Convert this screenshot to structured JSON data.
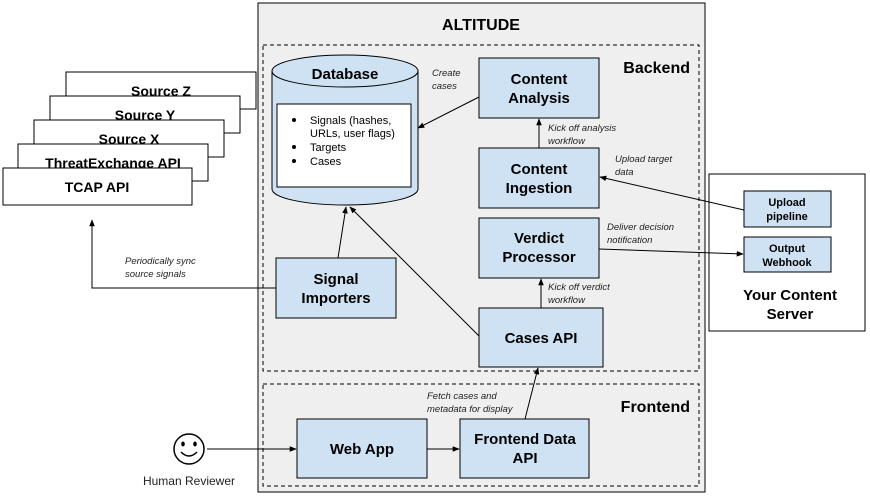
{
  "title": "ALTITUDE",
  "sections": {
    "backend": "Backend",
    "frontend": "Frontend"
  },
  "sources": [
    "Source Z",
    "Source Y",
    "Source X",
    "ThreatExchange API",
    "TCAP API"
  ],
  "database": {
    "title": "Database",
    "items": [
      "Signals (hashes,",
      "URLs, user flags)",
      "Targets",
      "Cases"
    ]
  },
  "boxes": {
    "content_analysis": [
      "Content",
      "Analysis"
    ],
    "content_ingestion": [
      "Content",
      "Ingestion"
    ],
    "verdict_processor": [
      "Verdict",
      "Processor"
    ],
    "cases_api": [
      "Cases API"
    ],
    "signal_importers": [
      "Signal",
      "Importers"
    ],
    "web_app": [
      "Web App"
    ],
    "frontend_data_api": [
      "Frontend Data",
      "API"
    ]
  },
  "server": {
    "upload_pipeline": [
      "Upload",
      "pipeline"
    ],
    "output_webhook": [
      "Output",
      "Webhook"
    ],
    "title": [
      "Your Content",
      "Server"
    ]
  },
  "notes": {
    "create_cases": [
      "Create",
      "cases"
    ],
    "kick_analysis": [
      "Kick off analysis",
      "workflow"
    ],
    "upload_target": [
      "Upload target",
      "data"
    ],
    "deliver_decision": [
      "Deliver decision",
      "notification"
    ],
    "kick_verdict": [
      "Kick off verdict",
      "workflow"
    ],
    "periodic_sync": [
      "Periodically sync",
      "source signals"
    ],
    "fetch_cases": [
      "Fetch cases and",
      "metadata for display"
    ]
  },
  "human_label": "Human Reviewer"
}
